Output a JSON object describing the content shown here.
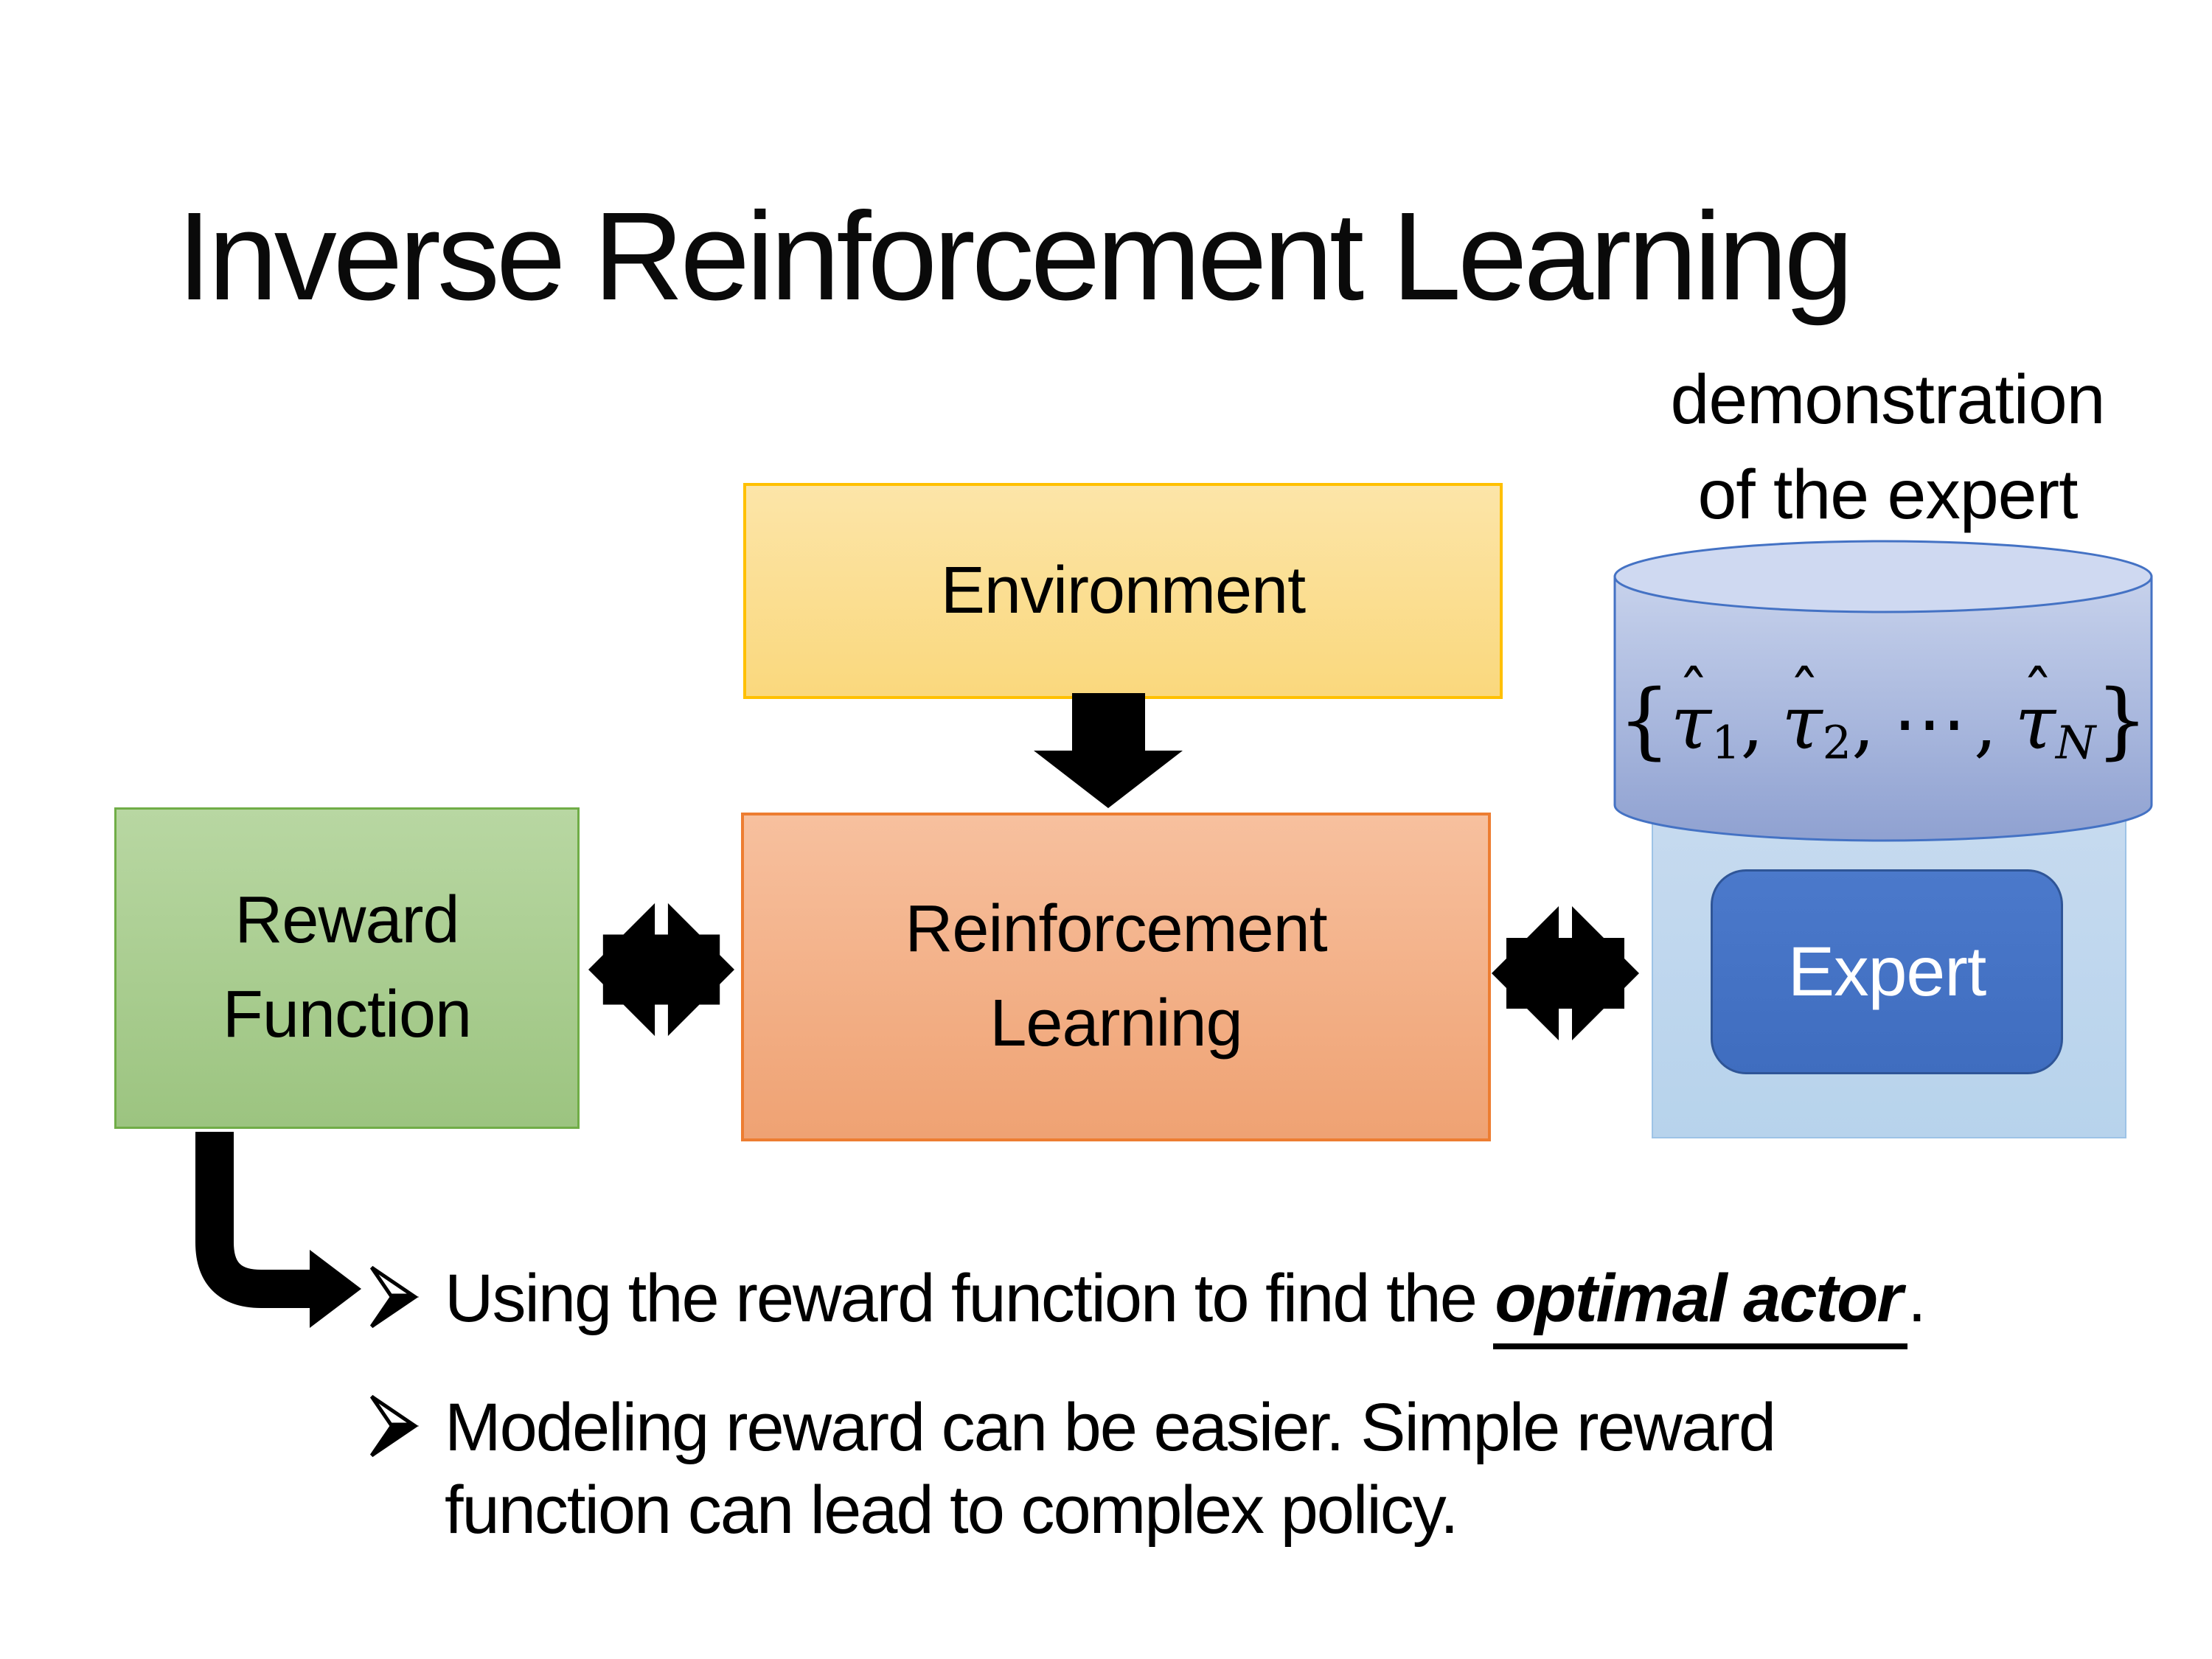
{
  "slide": {
    "title": "Inverse Reinforcement Learning",
    "annotation": {
      "line1": "demonstration",
      "line2": "of the expert"
    },
    "environment": {
      "label": "Environment"
    },
    "reward_function": {
      "line1": "Reward",
      "line2": "Function"
    },
    "reinforcement_learning": {
      "line1": "Reinforcement",
      "line2": "Learning"
    },
    "expert": {
      "label": "Expert"
    },
    "dataset": {
      "open": "{",
      "close": "}",
      "tau": "τ",
      "hat": "ˆ",
      "sub1": "1",
      "sub2": "2",
      "subN": "N",
      "comma": ",",
      "dots": "⋯"
    },
    "bullets": {
      "marker_glyph": "➢",
      "b1_pre": "Using the reward function to find the ",
      "b1_emphasis": "optimal actor",
      "b1_period": ".",
      "b2_line1": "Modeling reward can be easier. Simple reward",
      "b2_line2": "function can lead to complex policy."
    },
    "icons": {
      "down_arrow": "down-block-arrow",
      "exchange_left": "exchange-arrows",
      "exchange_right": "exchange-arrows",
      "elbow_arrow": "elbow-bent-arrow",
      "database": "database-cylinder",
      "bullet_marker": "arrowhead-bullet"
    },
    "colors": {
      "env_border": "#FFC000",
      "env_fill_top": "#FCE5A8",
      "env_fill_bottom": "#FAD87D",
      "rl_border": "#ED7D31",
      "rl_fill_top": "#F7C09E",
      "rl_fill_bottom": "#EFA273",
      "reward_border": "#70AD47",
      "reward_fill_top": "#B8D7A2",
      "reward_fill_bottom": "#9CC480",
      "blue_accent": "#4472C4",
      "expert_border": "#2F5597",
      "expert_fill": "#4472C4",
      "expert_panel_fill": "#BDD7EE",
      "cylinder_top": "#CFD9F1",
      "cylinder_body_top": "#C7D2EC",
      "cylinder_body_bottom": "#8FA1D1",
      "arrow_color": "#000000",
      "text_color": "#000000"
    }
  }
}
